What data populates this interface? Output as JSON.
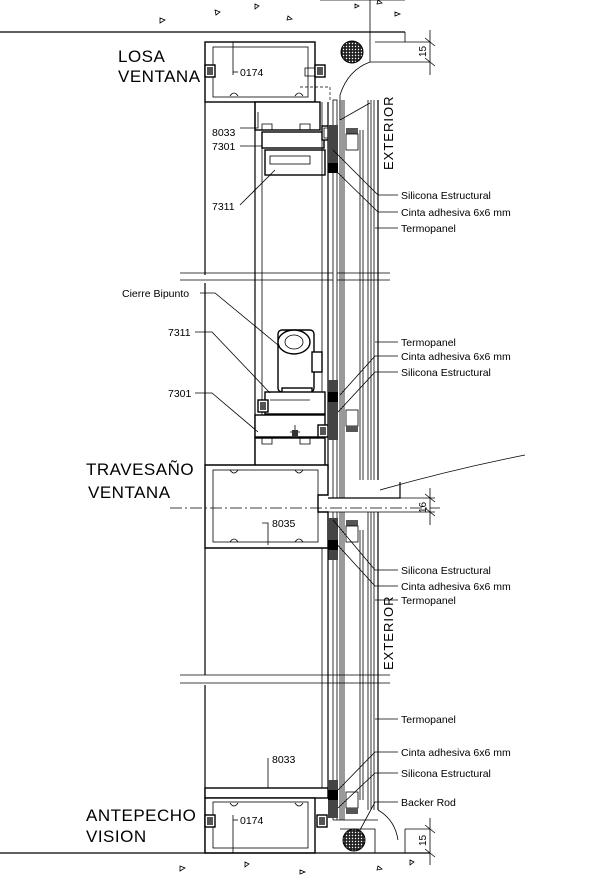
{
  "sections": {
    "top": [
      "LOSA",
      "VENTANA"
    ],
    "middle": [
      "TRAVESAÑO",
      "VENTANA"
    ],
    "bottom": [
      "ANTEPECHO",
      "VISION"
    ]
  },
  "side_labels": {
    "exterior_top": "EXTERIOR",
    "exterior_bottom": "EXTERIOR"
  },
  "profiles": {
    "p0174_top": "0174",
    "p8033_top": "8033",
    "p7301_top": "7301",
    "p7311_top": "7311",
    "cierre": "Cierre Bipunto",
    "p7311_mid": "7311",
    "p7301_mid": "7301",
    "p8035": "8035",
    "p8033_bot": "8033",
    "p0174_bot": "0174"
  },
  "callouts": {
    "top": [
      "Silicona Estructural",
      "Cinta adhesiva 6x6 mm",
      "Termopanel"
    ],
    "upper_mid": [
      "Termopanel",
      "Cinta adhesiva 6x6 mm",
      "Silicona Estructural"
    ],
    "lower_mid": [
      "Silicona Estructural",
      "Cinta adhesiva 6x6 mm",
      "Termopanel"
    ],
    "lower": [
      "Termopanel"
    ],
    "bottom": [
      "Cinta adhesiva 6x6 mm",
      "Silicona Estructural",
      "Backer Rod"
    ]
  },
  "dimensions": {
    "top": "15",
    "middle": "16",
    "bottom": "15"
  }
}
